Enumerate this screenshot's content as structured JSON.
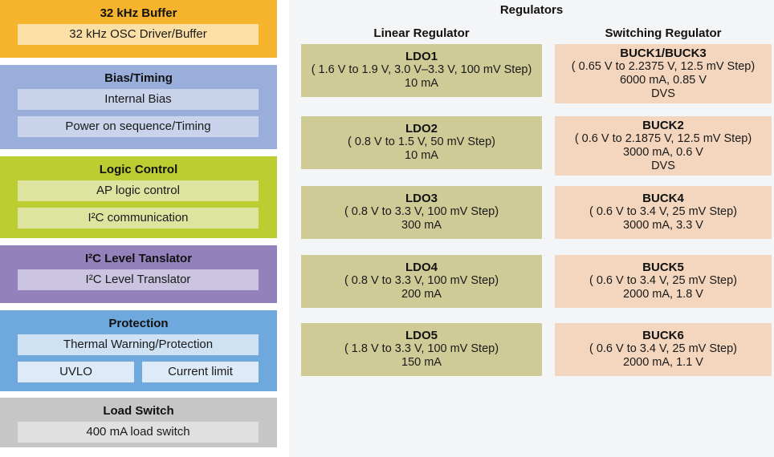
{
  "left_panel": {
    "blocks": [
      {
        "title": "32 kHz Buffer",
        "items": [
          "32 kHz OSC Driver/Buffer"
        ]
      },
      {
        "title": "Bias/Timing",
        "items": [
          "Internal Bias",
          "Power on sequence/Timing"
        ]
      },
      {
        "title": "Logic Control",
        "items": [
          "AP logic control",
          "I²C communication"
        ]
      },
      {
        "title": "I²C Level Tanslator",
        "items": [
          "I²C Level Translator"
        ]
      },
      {
        "title": "Protection",
        "items": [
          "Thermal Warning/Protection"
        ],
        "split_items": [
          "UVLO",
          "Current limit"
        ]
      },
      {
        "title": "Load Switch",
        "items": [
          "400 mA load switch"
        ]
      }
    ]
  },
  "regulators": {
    "title": "Regulators",
    "linear": {
      "header": "Linear Regulator",
      "blocks": [
        {
          "name": "LDO1",
          "lines": [
            "( 1.6 V to 1.9 V, 3.0 V–3.3 V, 100 mV Step)",
            "10 mA"
          ]
        },
        {
          "name": "LDO2",
          "lines": [
            "( 0.8 V to 1.5 V, 50 mV Step)",
            "10 mA"
          ]
        },
        {
          "name": "LDO3",
          "lines": [
            "( 0.8 V to 3.3 V, 100 mV Step)",
            "300 mA"
          ]
        },
        {
          "name": "LDO4",
          "lines": [
            "( 0.8 V to 3.3 V, 100 mV Step)",
            "200 mA"
          ]
        },
        {
          "name": "LDO5",
          "lines": [
            "( 1.8 V to 3.3 V, 100 mV Step)",
            "150 mA"
          ]
        }
      ]
    },
    "switching": {
      "header": "Switching Regulator",
      "blocks": [
        {
          "name": "BUCK1/BUCK3",
          "lines": [
            "( 0.65 V to 2.2375 V, 12.5 mV Step)",
            "6000 mA, 0.85 V",
            "DVS"
          ]
        },
        {
          "name": "BUCK2",
          "lines": [
            "( 0.6 V to 2.1875 V, 12.5 mV Step)",
            "3000 mA, 0.6 V",
            "DVS"
          ]
        },
        {
          "name": "BUCK4",
          "lines": [
            "( 0.6 V to 3.4 V, 25 mV Step)",
            "3000 mA, 3.3 V"
          ]
        },
        {
          "name": "BUCK5",
          "lines": [
            "( 0.6 V to 3.4 V, 25 mV Step)",
            "2000 mA, 1.8 V"
          ]
        },
        {
          "name": "BUCK6",
          "lines": [
            "( 0.6 V to 3.4 V, 25 mV Step)",
            "2000 mA, 1.1 V"
          ]
        }
      ]
    }
  },
  "colors": {
    "buffer_block": "#f5b32e",
    "buffer_item": "#fbdfa4",
    "bias_block": "#99aedb",
    "bias_item": "#c9d3eb",
    "logic_block": "#bccd32",
    "logic_item": "#dde4a0",
    "i2c_block": "#9381bb",
    "i2c_item": "#cbc4e0",
    "protection_block": "#6fa8dc",
    "protection_item": "#cfe2f3",
    "protection_subitem": "#ddebf8",
    "load_switch_block": "#c6c6c6",
    "load_switch_item": "#e0e0e0",
    "ldo_block": "#cecb97",
    "buck_block": "#f3d6bd",
    "panel_bg": "#f4f5f7"
  }
}
